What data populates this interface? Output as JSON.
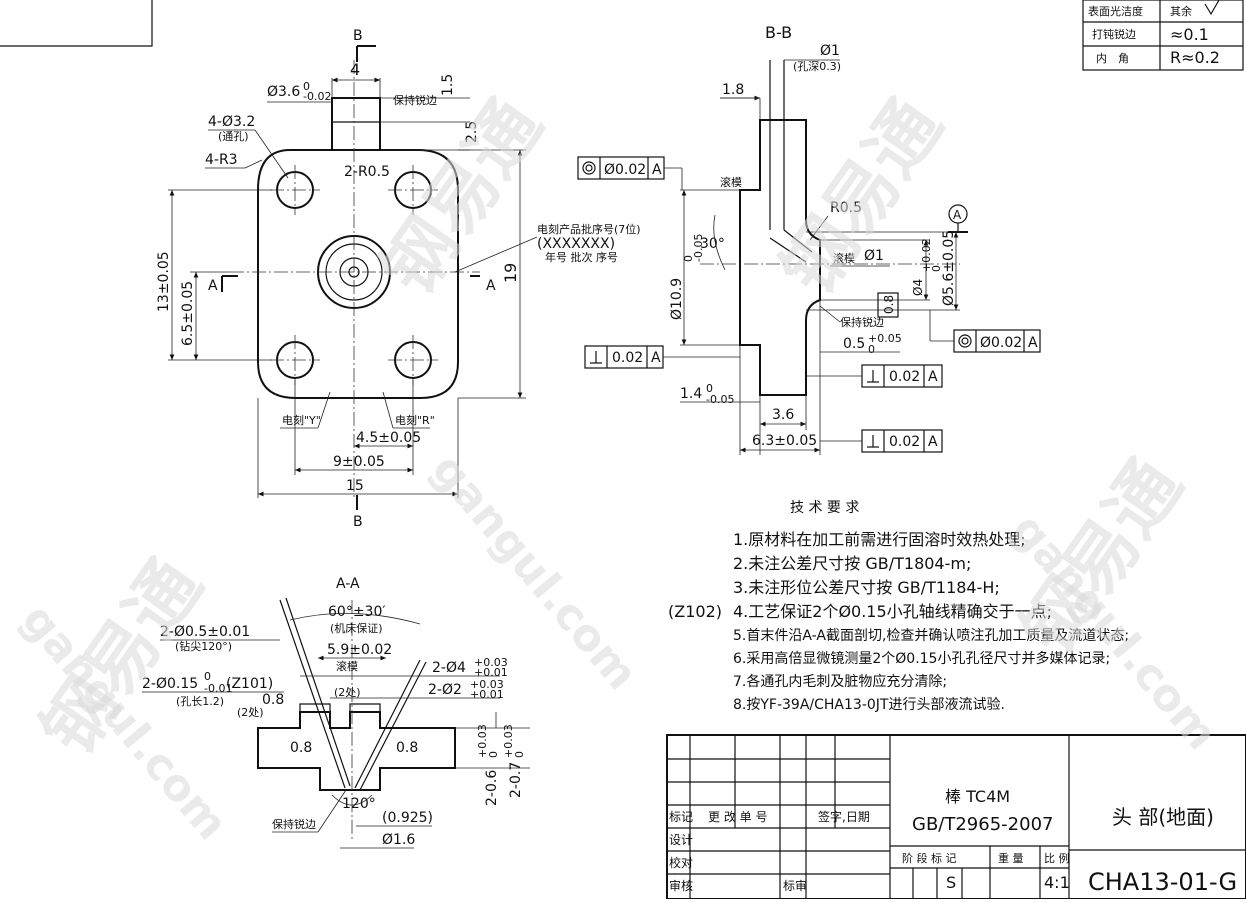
{
  "top_table": {
    "rows": [
      {
        "label": "表面光洁度",
        "value": "其余"
      },
      {
        "label": "打钝锐边",
        "value": "≈0.1"
      },
      {
        "label": "内　角",
        "value": "R≈0.2"
      }
    ]
  },
  "view_main": {
    "section_top": "B",
    "section_bottom": "B",
    "section_left": "A",
    "section_right": "A",
    "dims": {
      "d36": "Ø3.6",
      "d36_tol_upper": "0",
      "d36_tol_lower": "-0.02",
      "w4": "4",
      "h15": "1.5",
      "h25": "2.5",
      "holes": "4-Ø3.2",
      "holes_note": "(通孔)",
      "r3": "4-R3",
      "r05": "2-R0.5",
      "h13": "13±0.05",
      "h65": "6.5±0.05",
      "h19": "19",
      "w45": "4.5±0.05",
      "w9": "9±0.05",
      "w15": "15"
    },
    "labels": {
      "keep_sharp": "保持锐边",
      "serial": "电刻产品批序号(7位)",
      "serial_code": "(XXXXXXX)",
      "serial_parts": "年号  批次  序号",
      "mark_y": "电刻\"Y\"",
      "mark_r": "电刻\"R\""
    }
  },
  "view_bb": {
    "title": "B-B",
    "labels": {
      "d1": "Ø1",
      "d1_note": "(孔深0.3)",
      "w18": "1.8",
      "conc1": "Ø0.02",
      "datum_a": "A",
      "smooth": "滚模",
      "r05": "R0.5",
      "angle30": "30°",
      "d109": "Ø10.9",
      "d109_tol_upper": "0",
      "d109_tol_lower": "-0.05",
      "d4": "Ø4",
      "d4_tol_upper": "+0.02",
      "d4_tol_lower": "0",
      "d56": "Ø5.6±0.05",
      "d1b": "Ø1",
      "h08": "0.8",
      "keep_sharp": "保持锐边",
      "w05": "0.5",
      "w05_tol_upper": "+0.05",
      "w05_tol_lower": "0",
      "conc2": "Ø0.02",
      "perp1": "0.02",
      "perp2": "0.02",
      "perp3": "0.02",
      "w14": "1.4",
      "w14_tol_upper": "0",
      "w14_tol_lower": "-0.05",
      "w36": "3.6",
      "w63": "6.3±0.05"
    }
  },
  "view_aa": {
    "title": "A-A",
    "labels": {
      "angle60": "60°±30′",
      "angle60_note": "(机床保证)",
      "h05": "2-Ø0.5±0.01",
      "h05_note": "(钻尖120°)",
      "w59": "5.9±0.02",
      "w59_note": "(2处)",
      "smooth": "滚模",
      "h015": "2-Ø0.15",
      "h015_tol_upper": "0",
      "h015_tol_lower": "-0.01",
      "h015_code": "(Z101)",
      "h015_note": "(孔长1.2)",
      "c08": "0.8",
      "c08_note": "(2处)",
      "c08_left": "0.8",
      "c08_right": "0.8",
      "d4": "2-Ø4",
      "d4_tol_upper": "+0.03",
      "d4_tol_lower": "+0.01",
      "d2": "2-Ø2",
      "d2_tol_upper": "+0.03",
      "d2_tol_lower": "+0.01",
      "v06": "2-0.6",
      "v06_tol_upper": "+0.03",
      "v06_tol_lower": "0",
      "v07": "2-0.7",
      "v07_tol_upper": "+0.03",
      "v07_tol_lower": "0",
      "angle120": "120°",
      "keep_sharp": "保持锐边",
      "d0925": "(0.925)",
      "d16": "Ø1.6"
    }
  },
  "tech": {
    "title": "技 术 要 求",
    "prefix": "(Z102)",
    "items": [
      "1.原材料在加工前需进行固溶时效热处理;",
      "2.未注公差尺寸按 GB/T1804-m;",
      "3.未注形位公差尺寸按 GB/T1184-H;",
      "4.工艺保证2个Ø0.15小孔轴线精确交于一点;",
      "5.首末件沿A-A截面剖切,检查并确认喷注孔加工质量及流道状态;",
      "6.采用高倍显微镜测量2个Ø0.15小孔孔径尺寸并多媒体记录;",
      "7.各通孔内毛刺及脏物应充分清除;",
      "8.按YF-39A/CHA13-0JT进行头部液流试验."
    ]
  },
  "title_block": {
    "rev_labels": [
      "标记",
      "更 改 单 号",
      "签字,日期"
    ],
    "roles": [
      "设计",
      "校对",
      "审核"
    ],
    "approve": "标审",
    "material_1": "棒 TC4M",
    "material_2": "GB/T2965-2007",
    "part_name": "头 部(地面)",
    "stage_label": "阶 段 标 记",
    "weight_label": "重 量",
    "scale_label": "比 例",
    "stage": "S",
    "scale": "4:1",
    "drawing_no": "CHA13-01-G"
  },
  "watermarks": [
    "钢易通",
    "ganguI.com"
  ]
}
